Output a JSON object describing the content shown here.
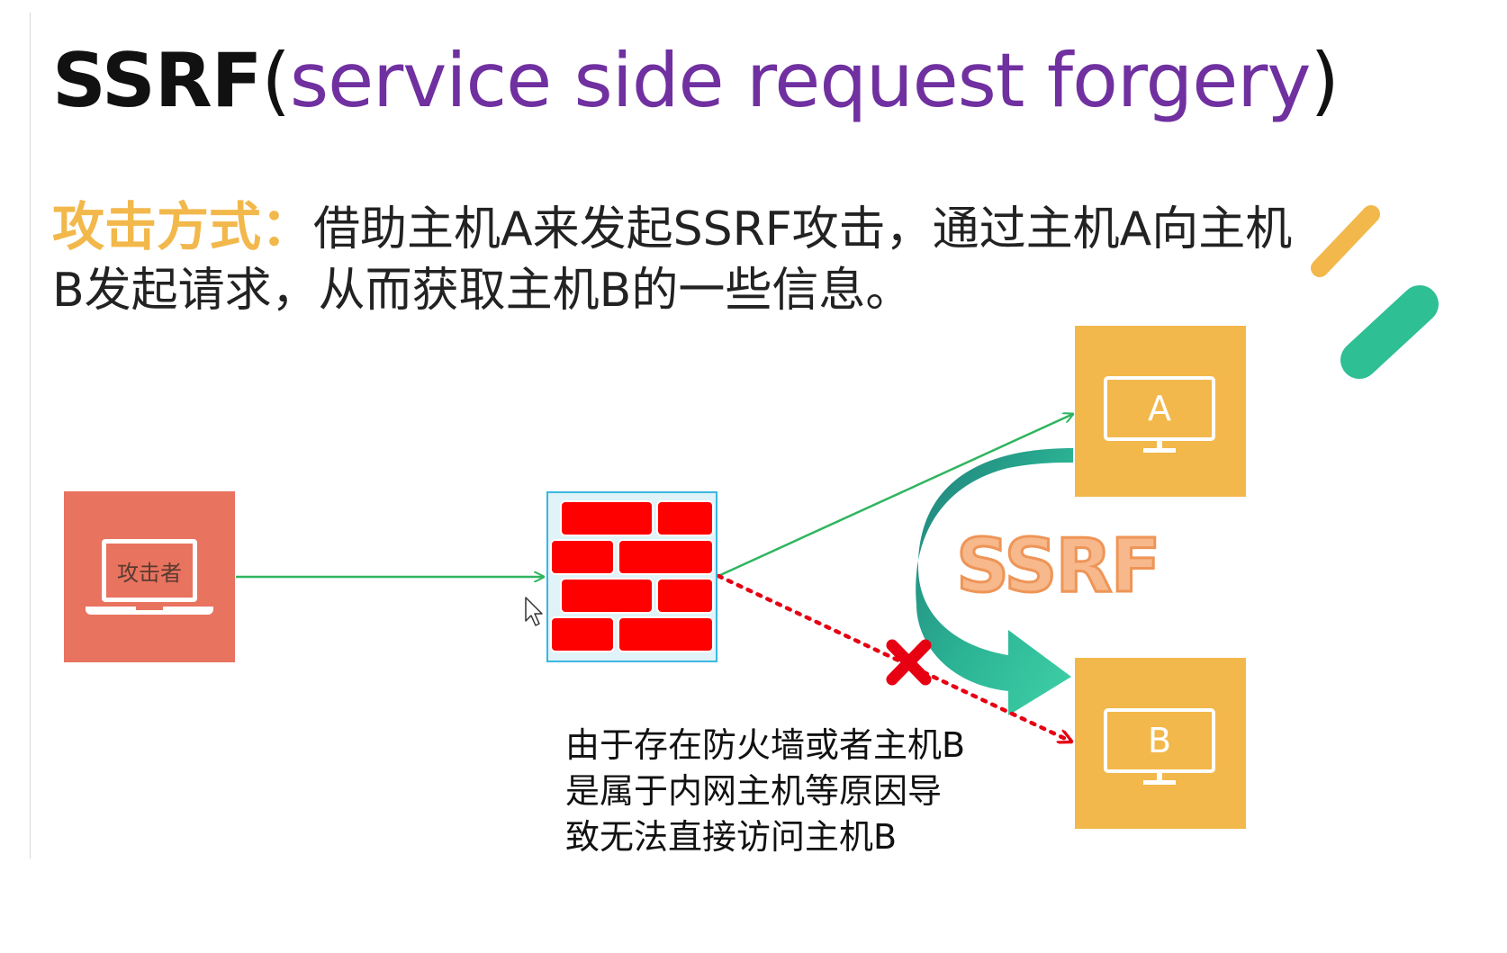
{
  "title": {
    "main": "SSRF",
    "open_paren": "(",
    "subtitle": "service side request forgery",
    "close_paren": ")"
  },
  "description": {
    "label": "攻击方式：",
    "text": "借助主机A来发起SSRF攻击，通过主机A向主机B发起请求，从而获取主机B的一些信息。"
  },
  "nodes": {
    "attacker": "攻击者",
    "host_a": "A",
    "host_b": "B"
  },
  "ssrf_label": "SSRF",
  "caption": {
    "lines": [
      "由于存在防火墙或者主机B",
      "是属于内网主机等原因导",
      "致无法直接访问主机B"
    ]
  },
  "colors": {
    "title_purple": "#7030a0",
    "label_gold": "#f2b84b",
    "attacker_red": "#e8735f",
    "host_gold": "#f2b84b",
    "arrow_green": "#2fb55f",
    "blocked_red": "#e60012",
    "curve_teal": "#2cb595",
    "brick_red": "#ff0000"
  },
  "icons": [
    "laptop-icon",
    "monitor-icon",
    "firewall-icon",
    "blocked-cross-icon",
    "cursor-icon",
    "accent-stripe-icon"
  ]
}
